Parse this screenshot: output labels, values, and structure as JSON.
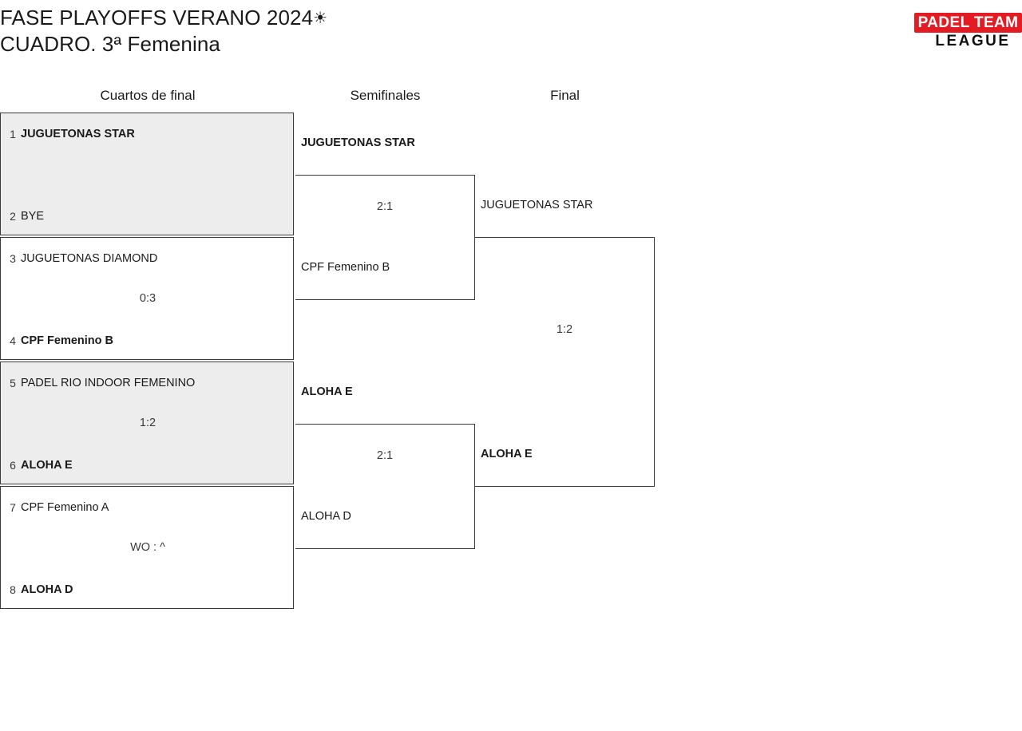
{
  "header": {
    "title_line1": "FASE PLAYOFFS VERANO 2024",
    "sun_icon": "☀",
    "title_line2": "CUADRO. 3ª Femenina",
    "logo": {
      "top_text": "PADEL TEAM",
      "bottom_text": "LEAGUE",
      "brand_red": "#e31b23",
      "brand_black": "#111111"
    }
  },
  "rounds": [
    {
      "label": "Cuartos de final"
    },
    {
      "label": "Semifinales"
    },
    {
      "label": "Final"
    }
  ],
  "colors": {
    "shaded_row": "#ededed",
    "border": "#3a3a3a",
    "text": "#1a1a1a",
    "muted_text": "#3a3a3a"
  },
  "quarterfinals": [
    {
      "shaded": true,
      "score": "",
      "top": {
        "seed": "1",
        "team": "JUGUETONAS STAR",
        "winner": true
      },
      "bottom": {
        "seed": "2",
        "team": "BYE",
        "winner": false
      }
    },
    {
      "shaded": false,
      "score": "0:3",
      "top": {
        "seed": "3",
        "team": "JUGUETONAS DIAMOND",
        "winner": false
      },
      "bottom": {
        "seed": "4",
        "team": "CPF Femenino B",
        "winner": true
      }
    },
    {
      "shaded": true,
      "score": "1:2",
      "top": {
        "seed": "5",
        "team": "PADEL RIO INDOOR FEMENINO",
        "winner": false
      },
      "bottom": {
        "seed": "6",
        "team": "ALOHA E",
        "winner": true
      }
    },
    {
      "shaded": false,
      "score": "WO : ^",
      "top": {
        "seed": "7",
        "team": "CPF Femenino A",
        "winner": false
      },
      "bottom": {
        "seed": "8",
        "team": "ALOHA D",
        "winner": true
      }
    }
  ],
  "semifinals": [
    {
      "score": "2:1",
      "top": {
        "team": "JUGUETONAS STAR",
        "winner": true
      },
      "bottom": {
        "team": "CPF Femenino B",
        "winner": false
      }
    },
    {
      "score": "2:1",
      "top": {
        "team": "ALOHA E",
        "winner": true
      },
      "bottom": {
        "team": "ALOHA D",
        "winner": false
      }
    }
  ],
  "final": {
    "score": "1:2",
    "top": {
      "team": "JUGUETONAS STAR",
      "winner": false
    },
    "bottom": {
      "team": "ALOHA E",
      "winner": true
    }
  }
}
